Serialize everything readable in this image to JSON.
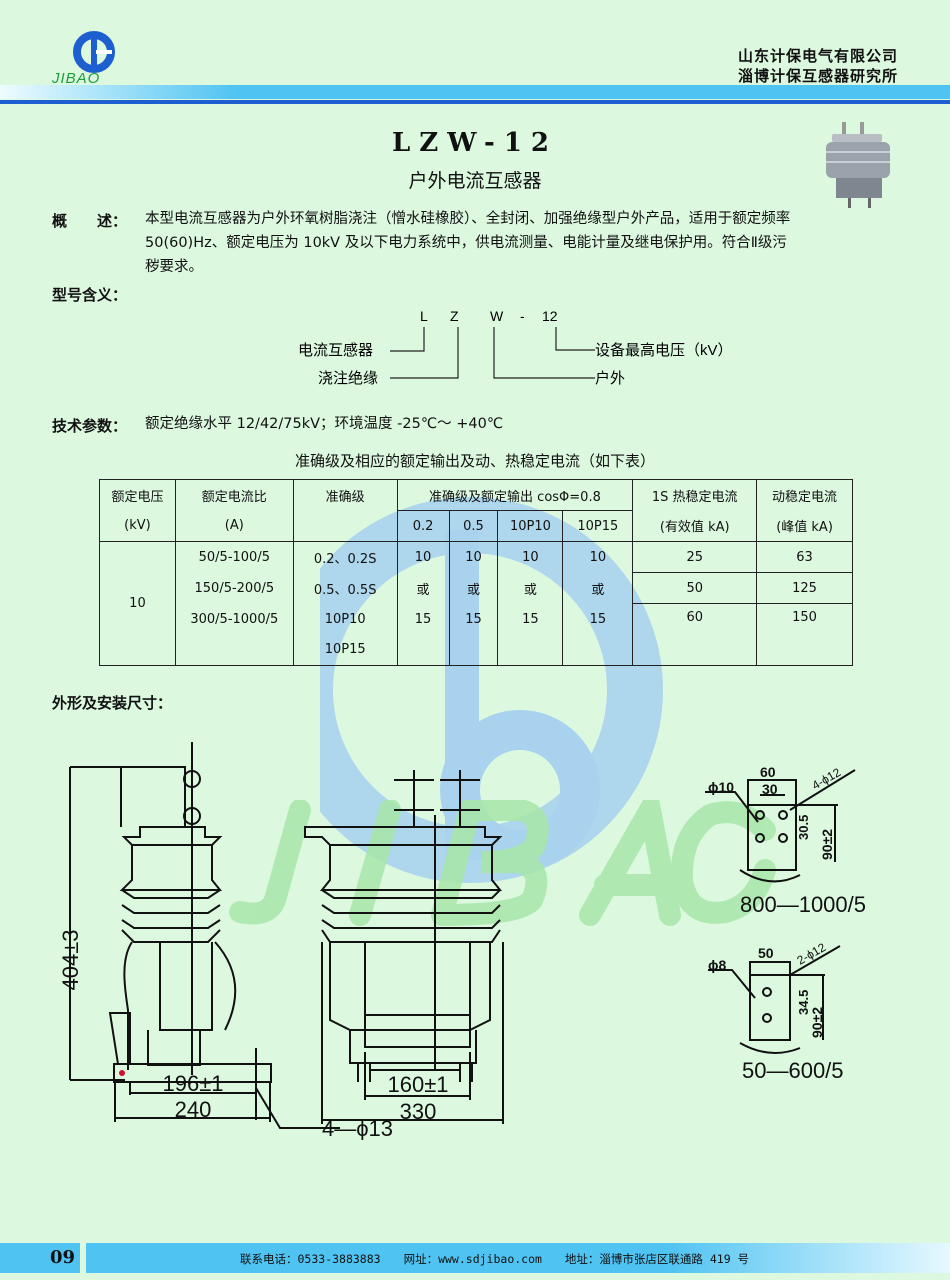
{
  "header": {
    "logo_text": "JIBAO",
    "company_1": "山东计保电气有限公司",
    "company_2": "淄博计保互感器研究所"
  },
  "product": {
    "model": "LZW-12",
    "name": "户外电流互感器"
  },
  "overview": {
    "label": "概　　述：",
    "text": "本型电流互感器为户外环氧树脂浇注（憎水硅橡胶）、全封闭、加强绝缘型户外产品，适用于额定频率 50(60)Hz、额定电压为 10kV 及以下电力系统中，供电流测量、电能计量及继电保护用。符合Ⅱ级污秽要求。"
  },
  "model_meaning": {
    "label": "型号含义：",
    "letters": [
      "L",
      "Z",
      "W",
      "-",
      "12"
    ],
    "l": "电流互感器",
    "z": "浇注绝缘",
    "w": "户外",
    "v": "设备最高电压（kV）"
  },
  "tech": {
    "label": "技术参数：",
    "text": "额定绝缘水平 12/42/75kV；环境温度 -25℃～ +40℃"
  },
  "table": {
    "caption": "准确级及相应的额定输出及动、热稳定电流（如下表）",
    "h": {
      "voltage": "额定电压",
      "voltage_u": "(kV)",
      "ratio": "额定电流比",
      "ratio_u": "(A)",
      "acc": "准确级",
      "output": "准确级及额定输出 cosΦ=0.8",
      "c1": "0.2",
      "c2": "0.5",
      "c3": "10P10",
      "c4": "10P15",
      "thermal": "1S 热稳定电流",
      "thermal_u": "(有效值 kA)",
      "dynamic": "动稳定电流",
      "dynamic_u": "(峰值 kA)"
    },
    "voltage": "10",
    "ratios": [
      "50/5-100/5",
      "150/5-200/5",
      "300/5-1000/5"
    ],
    "acc": [
      "0.2、0.2S",
      "0.5、0.5S",
      "10P10",
      "10P15"
    ],
    "outputs": [
      [
        "10",
        "或",
        "15"
      ],
      [
        "10",
        "或",
        "15"
      ],
      [
        "10",
        "或",
        "15"
      ],
      [
        "10",
        "或",
        "15"
      ]
    ],
    "thermal": [
      "25",
      "50",
      "60"
    ],
    "dynamic": [
      "63",
      "125",
      "150"
    ]
  },
  "dims": {
    "label": "外形及安装尺寸：",
    "height": "404±3",
    "w196": "196±1",
    "w240": "240",
    "holes": "4—ϕ13",
    "w160": "160±1",
    "w330": "330",
    "d1": {
      "title": "800—1000/5",
      "w60": "60",
      "w30": "30",
      "d10": "ϕ10",
      "holes": "4-ϕ12",
      "h30": "30.5",
      "h90": "90±2"
    },
    "d2": {
      "title": "50—600/5",
      "w50": "50",
      "d8": "ϕ8",
      "holes": "2-ϕ12",
      "h34": "34.5",
      "h90": "90±2"
    }
  },
  "footer": {
    "page": "09",
    "contact": "联系电话：0533-3883883　　网址：www.sdjibao.com　　地址：淄博市张店区联通路 419 号"
  }
}
